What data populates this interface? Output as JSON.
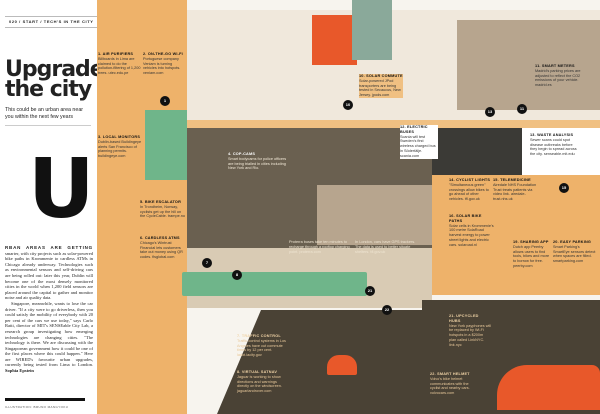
{
  "header": {
    "section": "020 / START / TECH'S IN THE CITY"
  },
  "article": {
    "title": "Upgrade the city",
    "subtitle": "This could be an urban area near you within the next few years",
    "dropcap": "U",
    "lead": "RBAN AREAS ARE GETTING",
    "para1": "smarter, with city projects such as solar-powered bike paths in Krommenie to cardless ATMs in Chicago already underway. Technologies such as environmental sensors and self-driving cars are being rolled out: later this year, Dublin will become one of the most densely monitored cities in the world when 1,200 field sensors are placed around the capital to gather and monitor noise and air quality data.",
    "para2": "Singapore, meanwhile, wants to lose the car driver. \"If a city were to go driverless, then you could satisfy the mobility of everybody with 20 per cent of the cars we use today,\" says Carlo Ratti, director of MIT's SENSEable City Lab, a research group investigating how emerging technologies are changing cities. \"The technology is there. We are discussing with the Singaporean government how it could be one of the first places where this could happen.\" Here are WIRED's favourite urban upgrades, currently being tested from Lima to London.",
    "author": "Sophia Epstein",
    "credit": "ILLUSTRATION: BRUNO MANGYOKU"
  },
  "callouts": [
    {
      "n": "1",
      "title": "1. AIR PURIFIERS",
      "text": "Billboards in Lima are claimed to do the pollution-filtering of 1,200 trees. utec.edu.pe"
    },
    {
      "n": "2",
      "title": "2. ON-THE-GO WI-FI",
      "text": "Portuguese company Veniam is turning vehicles into hotspots. veniam.com"
    },
    {
      "n": "3",
      "title": "3. LOCAL MONITORS",
      "text": "Dublin-based Buildingeye alerts San Francisco of planning permits. buildingeye.com"
    },
    {
      "n": "4",
      "title": "4. COP-CAMS",
      "text": "Smart bodycams for police officers are being trialled in cities including New York and Rio."
    },
    {
      "n": "5",
      "title": "5. BIKE ESCALATOR",
      "text": "In Trondheim, Norway, cyclists get up the hill on the CycleCable. trampe.no"
    },
    {
      "n": "6",
      "title": "6. CARDLESS ATMS",
      "text": "Chicago's Wintrust Financial lets customers take out money using QR codes. fisglobal.com"
    },
    {
      "n": "7",
      "title": "7. TRAFFIC CONTROL",
      "text": "Traffic control systems in Los Angeles have cut commute times by 12 per cent. ladot.lacity.gov"
    },
    {
      "n": "8",
      "title": "8. VIRTUAL SATNAV",
      "text": "Jaguar is working to show directions and warnings directly on the windscreen. jaguarlandrover.com"
    },
    {
      "n": "10",
      "title": "10. SOLAR COMMUTE",
      "text": "Solar-powered JPod transporters are being tested in Secaucus, New Jersey. jpods.com"
    },
    {
      "n": "11",
      "title": "11. SMART METERS",
      "text": "Madrid's parking prices are adjusted to reflect the CO2 emissions of your vehicle. madrid.es"
    },
    {
      "n": "12",
      "title": "12. ELECTRIC BUSES",
      "text": "Scania will test Sweden's first wireless charged bus in Södertälje. scania.com"
    },
    {
      "n": "13",
      "title": "13. WASTE ANALYSIS",
      "text": "Sewer scans could spot disease outbreaks before they begin to spread across the city. senseable.mit.edu"
    },
    {
      "n": "14",
      "title": "14. CYCLIST LIGHTS",
      "text": "\"Simultaneous green\" crossings allow bikes to go ahead of other vehicles. tfl.gov.uk"
    },
    {
      "n": "15",
      "title": "15. TELEMEDICINE",
      "text": "Airedale NHS Foundation Trust treats patients via video link. airedale-trust.nhs.uk"
    },
    {
      "n": "16",
      "title": "16. SOLAR BIKE PATHS",
      "text": "Solar cells in Krommenie's 100 metre SolaRoad harvest energy to power street lights and electric cars. solaroad.nl"
    },
    {
      "n": "17",
      "title": "",
      "text": "Proterra buses take ten minutes to recharge through a rooftop charging point. proterra.com"
    },
    {
      "n": "18",
      "title": "",
      "text": "In London, cars have GPS trackers. The data is used to better situate shelters. tfl.gov.uk"
    },
    {
      "n": "19",
      "title": "19. SHARING APP",
      "text": "Dutch app Peerby allows users to find tools, bikes and more to borrow for free. peerby.com"
    },
    {
      "n": "20",
      "title": "20. EASY PARKING",
      "text": "Smart Parking's SmartEye sensors detect when spaces are filled. smartparking.com"
    },
    {
      "n": "21",
      "title": "21. UPCYCLED HUBS",
      "text": "New York payphones will be replaced by Wi-Fi hotspots in a $200m plan called LinkNYC. link.nyc"
    },
    {
      "n": "22",
      "title": "22. SMART HELMET",
      "text": "Volvo's bike helmet communicates with the cyclist and nearby cars. volvocars.com"
    }
  ],
  "colors": {
    "orange_panel": "#eeb26a",
    "accent": "#e8582a",
    "dark": "#4a4235",
    "green": "#6fb58a",
    "taupe": "#b7a58e"
  }
}
